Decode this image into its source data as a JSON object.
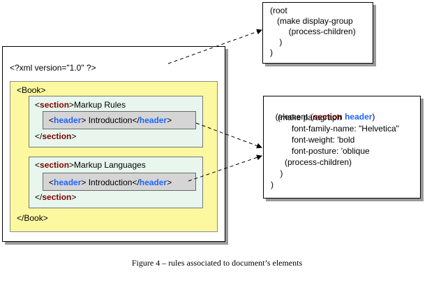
{
  "document": {
    "xml_decl": "<?xml version=\"1.0\" ?>",
    "book_open": "<Book>",
    "book_close": "</Book>",
    "sections": [
      {
        "open_lt": "<",
        "open_tag": "section",
        "open_gt": ">",
        "title": "Markup Rules",
        "header_open_lt": "<",
        "header_open_tag": "header",
        "header_open_gt": ">",
        "header_text": " Introduction",
        "header_close_lt": "</",
        "header_close_tag": "header",
        "header_close_gt": ">",
        "close_lt": "</",
        "close_tag": "section",
        "close_gt": ">"
      },
      {
        "open_lt": "<",
        "open_tag": "section",
        "open_gt": ">",
        "title": "Markup Languages",
        "header_open_lt": "<",
        "header_open_tag": "header",
        "header_open_gt": ">",
        "header_text": " Introduction",
        "header_close_lt": "</",
        "header_close_tag": "header",
        "header_close_gt": ">",
        "close_lt": "</",
        "close_tag": "section",
        "close_gt": ">"
      }
    ]
  },
  "root_rule": {
    "lines": [
      "(root",
      "   (make display-group",
      "        (process-children)",
      "    )",
      ")"
    ]
  },
  "element_rule": {
    "first_prefix": "(element (",
    "first_section": "section",
    "first_space": " ",
    "first_header": "header",
    "first_suffix": ")",
    "lines": [
      "   (make paragraph",
      "         font-family-name: \"Helvetica\"",
      "         font-weight: 'bold",
      "         font-posture: 'oblique",
      "      (process-children)",
      "    )",
      ")"
    ]
  },
  "caption": "Figure 4 – rules associated to document’s elements",
  "colors": {
    "book_fill": "#fbf8a0",
    "section_fill": "#e8f6ed",
    "header_fill": "#d5d5d5",
    "section_tag": "#7f0000",
    "header_tag": "#1f63ff"
  }
}
